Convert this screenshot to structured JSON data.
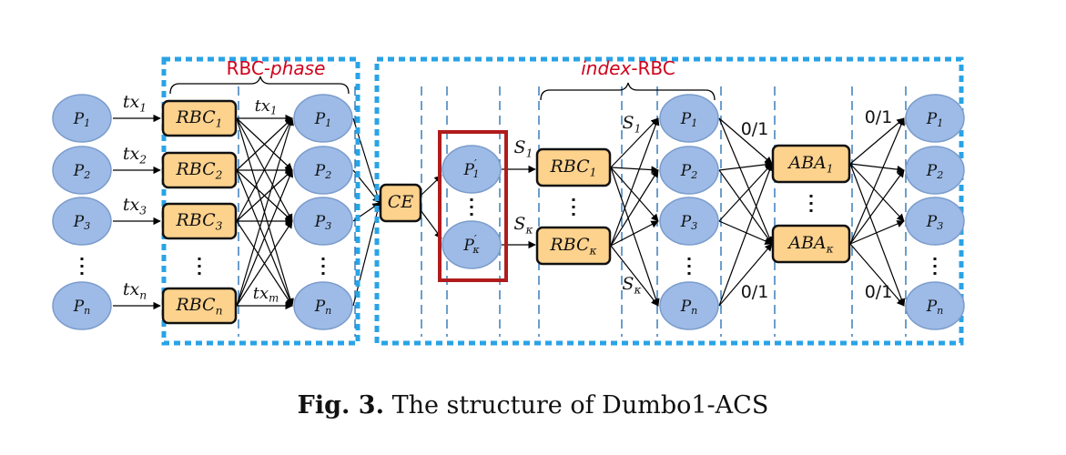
{
  "sections": {
    "rbc_phase": {
      "prefix": "RBC-",
      "suffix": "phase"
    },
    "index_rbc": {
      "prefix": "index",
      "suffix": "-RBC"
    }
  },
  "parties": [
    "P1",
    "P2",
    "P3",
    "Pn"
  ],
  "transactions": [
    "tx1",
    "tx2",
    "tx3",
    "txn"
  ],
  "rbc_instances": [
    "RBC1",
    "RBC2",
    "RBC3",
    "RBCn"
  ],
  "ce_label": "CE",
  "selected_parties": [
    "P'1",
    "P'κ"
  ],
  "index_rbc_instances": [
    "RBC1",
    "RBCκ"
  ],
  "index_sets": [
    "S1",
    "Sκ"
  ],
  "aba_instances": [
    "ABA1",
    "ABAκ"
  ],
  "binary_label": "0/1",
  "colors": {
    "dashed_border": "#29a3e6",
    "highlight_box": "#b01c1c",
    "section_title": "#d0021b",
    "party_node_fill": "#9dbbe6",
    "party_node_stroke": "#7b9ccc",
    "process_box_fill": "#fdd28d",
    "process_box_stroke": "#111111",
    "separator": "#2e74b5"
  },
  "caption": {
    "label": "Fig. 3.",
    "text": "The structure of Dumbo1-ACS"
  }
}
